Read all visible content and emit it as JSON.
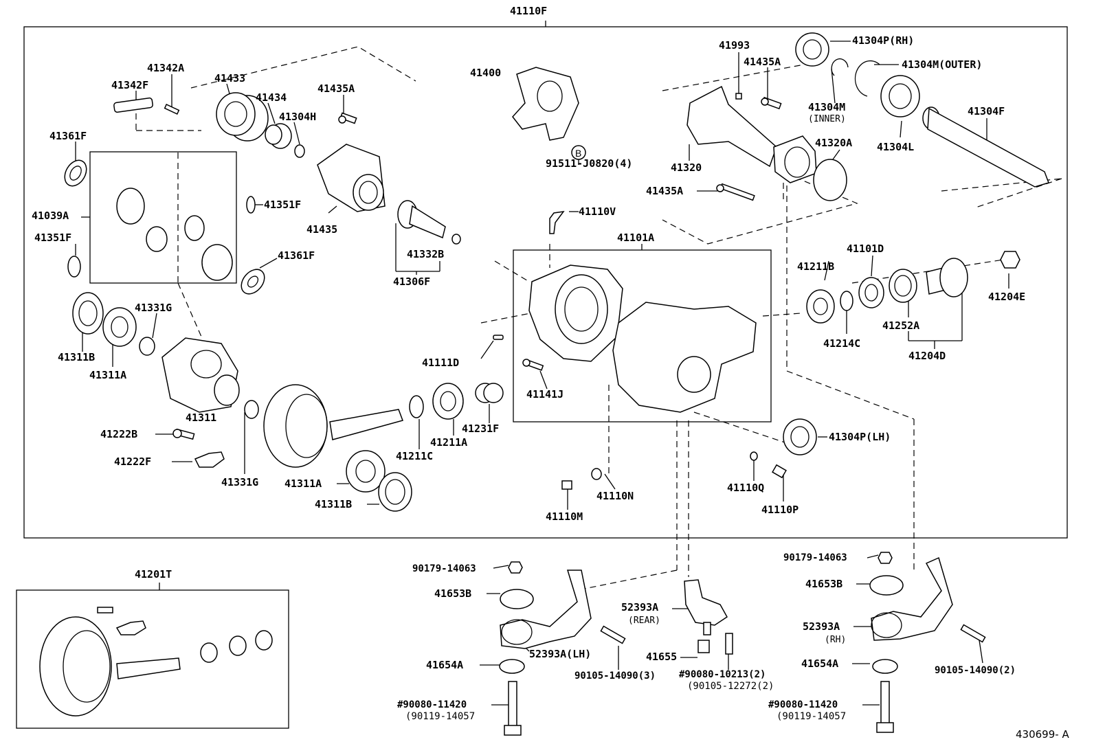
{
  "diagram": {
    "assembly_label": "41110F",
    "kit_label": "41201T",
    "footer_code": "430699- A",
    "marker_b": "B",
    "parts": {
      "p41342A": "41342A",
      "p41342F": "41342F",
      "p41433": "41433",
      "p41434": "41434",
      "p41304H": "41304H",
      "p41435A_top": "41435A",
      "p41361F_top": "41361F",
      "p41039A": "41039A",
      "p41351F_left": "41351F",
      "p41351F_mid": "41351F",
      "p41435": "41435",
      "p41361F_mid": "41361F",
      "p41332B": "41332B",
      "p41306F": "41306F",
      "p41400": "41400",
      "p91511": "91511-J0820(4)",
      "p41993": "41993",
      "p41435A_r1": "41435A",
      "p41304P_RH": "41304P(RH)",
      "p41304M_OUTER": "41304M(OUTER)",
      "p41304M_INNER": "41304M",
      "p41304M_INNER_sub": "(INNER)",
      "p41304F": "41304F",
      "p41320A": "41320A",
      "p41304L": "41304L",
      "p41320": "41320",
      "p41435A_r2": "41435A",
      "p41110V": "41110V",
      "p41101A": "41101A",
      "p41101D": "41101D",
      "p41211B": "41211B",
      "p41204E": "41204E",
      "p41214C": "41214C",
      "p41252A": "41252A",
      "p41204D": "41204D",
      "p41331G_top": "41331G",
      "p41311B_top": "41311B",
      "p41311A_top": "41311A",
      "p41311": "41311",
      "p41111D": "41111D",
      "p41141J": "41141J",
      "p41231F": "41231F",
      "p41211A": "41211A",
      "p41211C": "41211C",
      "p41222B": "41222B",
      "p41222F": "41222F",
      "p41331G_bot": "41331G",
      "p41311A_bot": "41311A",
      "p41311B_bot": "41311B",
      "p41304P_LH": "41304P(LH)",
      "p41110Q": "41110Q",
      "p41110P": "41110P",
      "p41110N": "41110N",
      "p41110M": "41110M",
      "p90179_left": "90179-14063",
      "p41653B_left": "41653B",
      "p52393A_LH": "52393A(LH)",
      "p41654A_left": "41654A",
      "p90080_11420_left": "#90080-11420",
      "p90119_left": "(90119-14057",
      "p52393A_REAR": "52393A",
      "p52393A_REAR_sub": "(REAR)",
      "p41655": "41655",
      "p90105_3": "90105-14090(3)",
      "p90080_10213": "#90080-10213(2)",
      "p90105_12272": "(90105-12272(2)",
      "p90179_right": "90179-14063",
      "p41653B_right": "41653B",
      "p52393A_RH": "52393A",
      "p52393A_RH_sub": "(RH)",
      "p41654A_right": "41654A",
      "p90105_2": "90105-14090(2)",
      "p90080_11420_right": "#90080-11420",
      "p90119_right": "(90119-14057"
    }
  }
}
